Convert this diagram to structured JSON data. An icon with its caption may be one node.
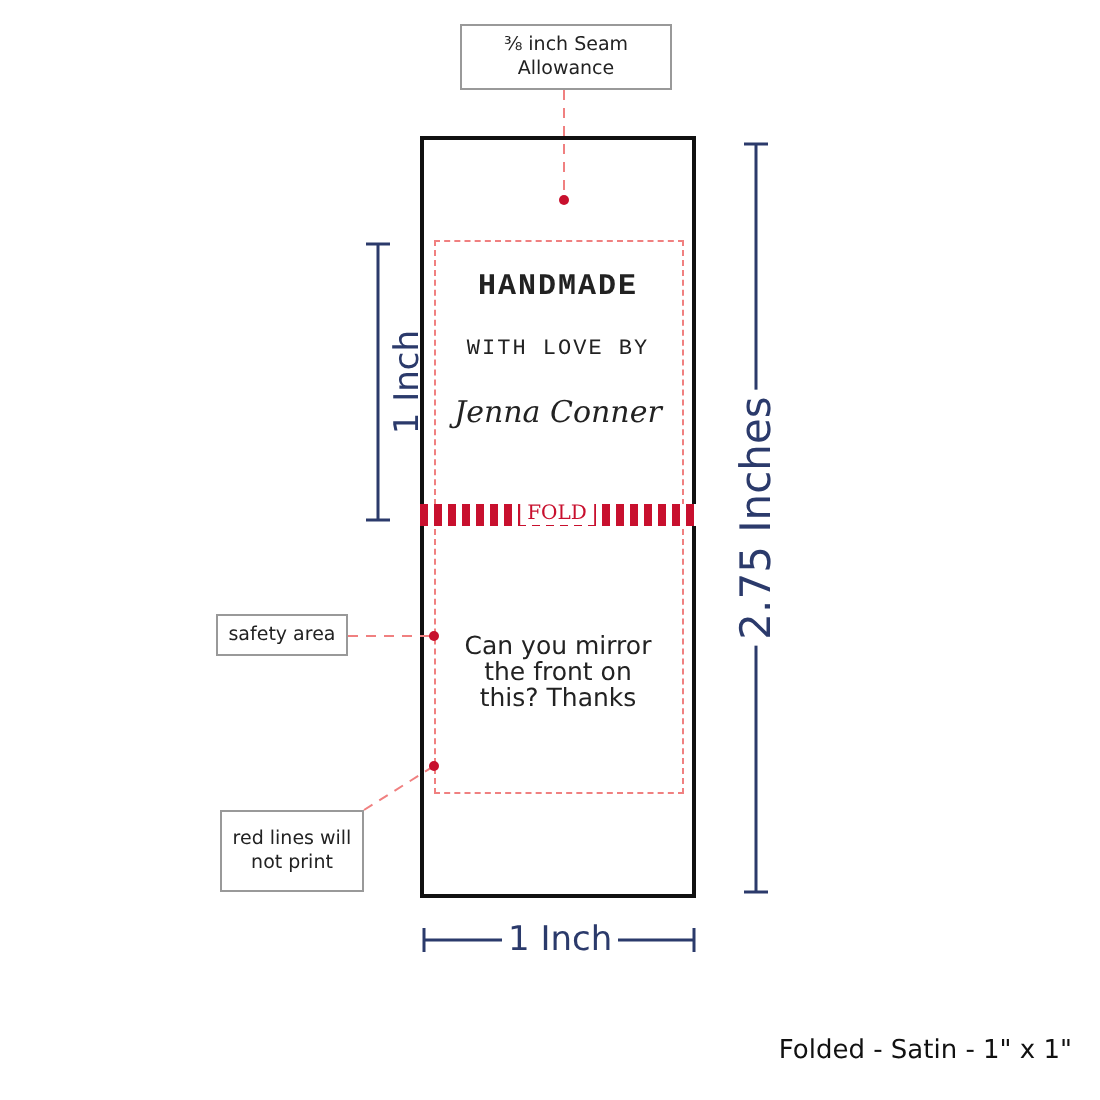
{
  "diagram": {
    "caption": "Folded - Satin - 1\" x 1\"",
    "nodes": [
      {
        "text": [],
        "shape": "box"
      },
      {
        "text": [
          "HANDMADE",
          "WITH LOVE BY",
          "Jenna Conner",
          "Can you mirror the front on this? Thanks"
        ],
        "in": 0
      },
      {
        "text": [
          "FOLD"
        ],
        "in": 0
      },
      {
        "text": [
          "⅜ inch Seam Allowance"
        ]
      },
      {
        "text": [
          "safety area"
        ]
      },
      {
        "text": [
          "red lines will not print"
        ]
      }
    ],
    "edges": [
      {
        "from": 3,
        "to": 0,
        "arrow": "other",
        "style": "dashed"
      },
      {
        "from": 4,
        "to": 1,
        "arrow": "other",
        "style": "dashed"
      },
      {
        "from": 5,
        "to": 1,
        "arrow": "other",
        "style": "dashed"
      }
    ],
    "labels": [
      "1 Inch",
      "2.75 Inches",
      "1 Inch"
    ]
  }
}
